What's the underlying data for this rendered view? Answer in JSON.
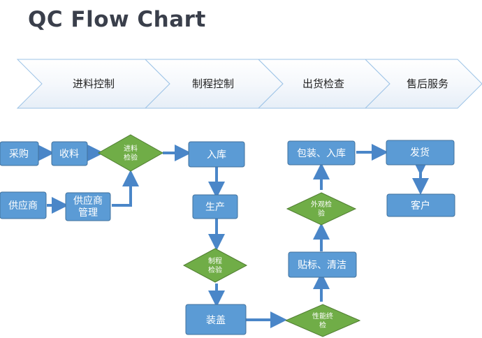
{
  "title": "QC Flow Chart",
  "stages": [
    "进料控制",
    "制程控制",
    "出货检查",
    "售后服务"
  ],
  "nodes": {
    "caigou": "采购",
    "shouliao": "收料",
    "jinliao_jianyan": [
      "进料",
      "检验"
    ],
    "ruku1": "入库",
    "gongyingshang": "供应商",
    "gongyingshang_guanli": [
      "供应商",
      "管理"
    ],
    "shengchan": "生产",
    "zhicheng_jianyan": [
      "制程",
      "检验"
    ],
    "zhuangpei": "装盖",
    "xingneng_jianyan": [
      "性能终",
      "检"
    ],
    "tiebiao_qingjie": "贴标、清洁",
    "waiguan_jianyan": [
      "外观检",
      "验"
    ],
    "baozhuang_ruku": "包装、入库",
    "fahuo": "发货",
    "kehu": "客户"
  },
  "colors": {
    "box_fill": "#5b9bd5",
    "box_stroke": "#41719c",
    "diamond_fill": "#70ad47",
    "diamond_stroke": "#507e32",
    "arrow": "#4a86c8",
    "chevron_stroke": "#9dc3e6"
  }
}
